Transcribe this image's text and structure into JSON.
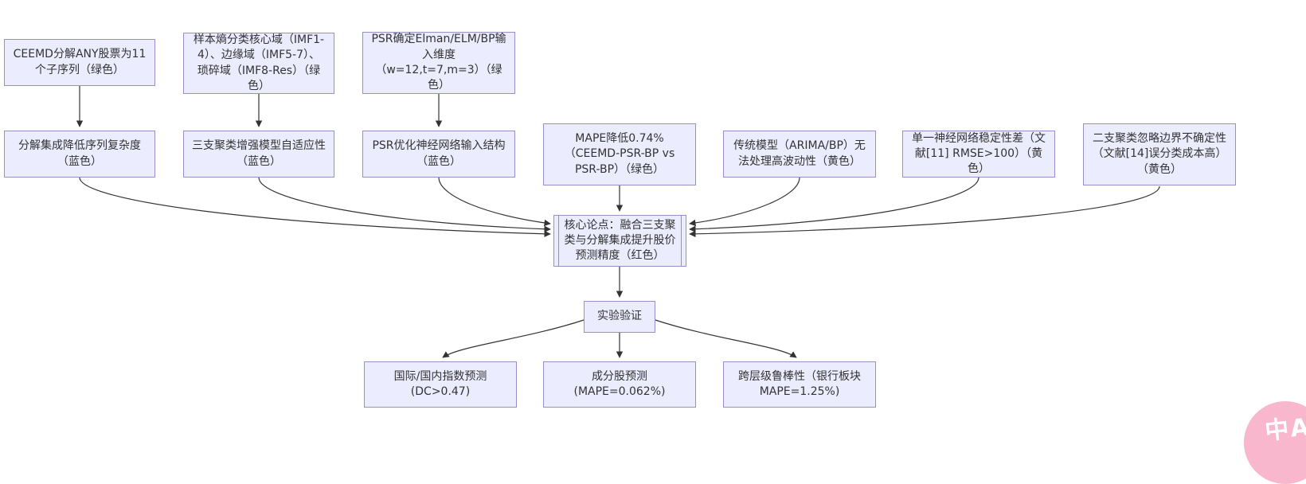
{
  "diagram": {
    "background_color": "#ffffff",
    "node_fill_color": "#ECECFF",
    "node_border_color": "#998fc7",
    "edge_color": "#333333",
    "text_color": "#333333",
    "nodes": [
      {
        "id": "a1",
        "label": "CEEMD分解ANY股票为11个子序列（绿色）"
      },
      {
        "id": "a2",
        "label": "样本熵分类核心域（IMF1-4）、边缘域（IMF5-7）、琐碎域（IMF8-Res）（绿色）"
      },
      {
        "id": "a3",
        "label": "PSR确定Elman/ELM/BP输入维度（w=12,t=7,m=3）（绿色）"
      },
      {
        "id": "b1",
        "label": "分解集成降低序列复杂度（蓝色）"
      },
      {
        "id": "b2",
        "label": "三支聚类增强模型自适应性（蓝色）"
      },
      {
        "id": "b3",
        "label": "PSR优化神经网络输入结构（蓝色）"
      },
      {
        "id": "b4",
        "label": "MAPE降低0.74%（CEEMD-PSR-BP vs PSR-BP）（绿色）"
      },
      {
        "id": "b5",
        "label": "传统模型（ARIMA/BP）无法处理高波动性（黄色）"
      },
      {
        "id": "b6",
        "label": "单一神经网络稳定性差（文献[11] RMSE>100）（黄色）"
      },
      {
        "id": "b7",
        "label": "二支聚类忽略边界不确定性（文献[14]误分类成本高）（黄色）"
      },
      {
        "id": "core",
        "label": "核心论点：融合三支聚类与分解集成提升股价预测精度（红色）"
      },
      {
        "id": "exp",
        "label": "实验验证"
      },
      {
        "id": "c1",
        "label": "国际/国内指数预测 (DC>0.47)"
      },
      {
        "id": "c2",
        "label": "成分股预测 (MAPE=0.062%)"
      },
      {
        "id": "c3",
        "label": "跨层级鲁棒性（银行板块MAPE=1.25%)"
      }
    ],
    "edges": [
      {
        "from": "a1",
        "to": "b1"
      },
      {
        "from": "a2",
        "to": "b2"
      },
      {
        "from": "a3",
        "to": "b3"
      },
      {
        "from": "b1",
        "to": "core"
      },
      {
        "from": "b2",
        "to": "core"
      },
      {
        "from": "b3",
        "to": "core"
      },
      {
        "from": "b4",
        "to": "core"
      },
      {
        "from": "b5",
        "to": "core"
      },
      {
        "from": "b6",
        "to": "core"
      },
      {
        "from": "b7",
        "to": "core"
      },
      {
        "from": "core",
        "to": "exp"
      },
      {
        "from": "exp",
        "to": "c1"
      },
      {
        "from": "exp",
        "to": "c2"
      },
      {
        "from": "exp",
        "to": "c3"
      }
    ]
  },
  "translate_badge": {
    "label": "中A",
    "color": "#f8b7cc"
  }
}
